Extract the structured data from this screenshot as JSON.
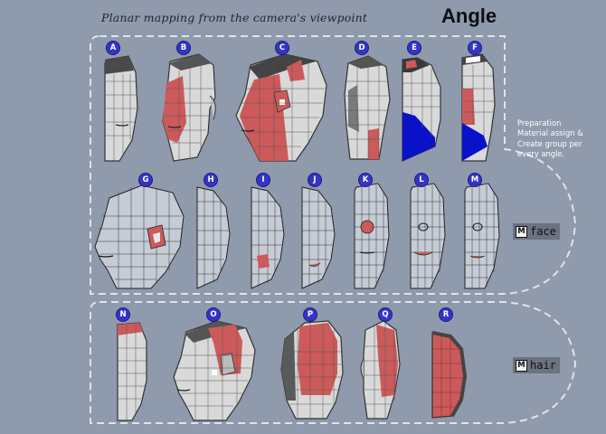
{
  "header": {
    "subtitle": "Planar mapping from the camera's viewpoint",
    "title": "Angle"
  },
  "note": {
    "lines": [
      "Preparation",
      "Material assign &",
      "Create group per",
      "every angle."
    ]
  },
  "groups": {
    "face_label": "face",
    "hair_label": "hair",
    "menu_glyph": "M"
  },
  "labels": [
    "A",
    "B",
    "C",
    "D",
    "E",
    "F",
    "G",
    "H",
    "I",
    "J",
    "K",
    "L",
    "M",
    "N",
    "O",
    "P",
    "Q",
    "R"
  ],
  "colors": {
    "background": "#8f9aac",
    "highlight": "#cc5a5a",
    "blue": "#0a12c8",
    "badge": "#3434c8",
    "dashed_frame": "#dfe3ea"
  }
}
